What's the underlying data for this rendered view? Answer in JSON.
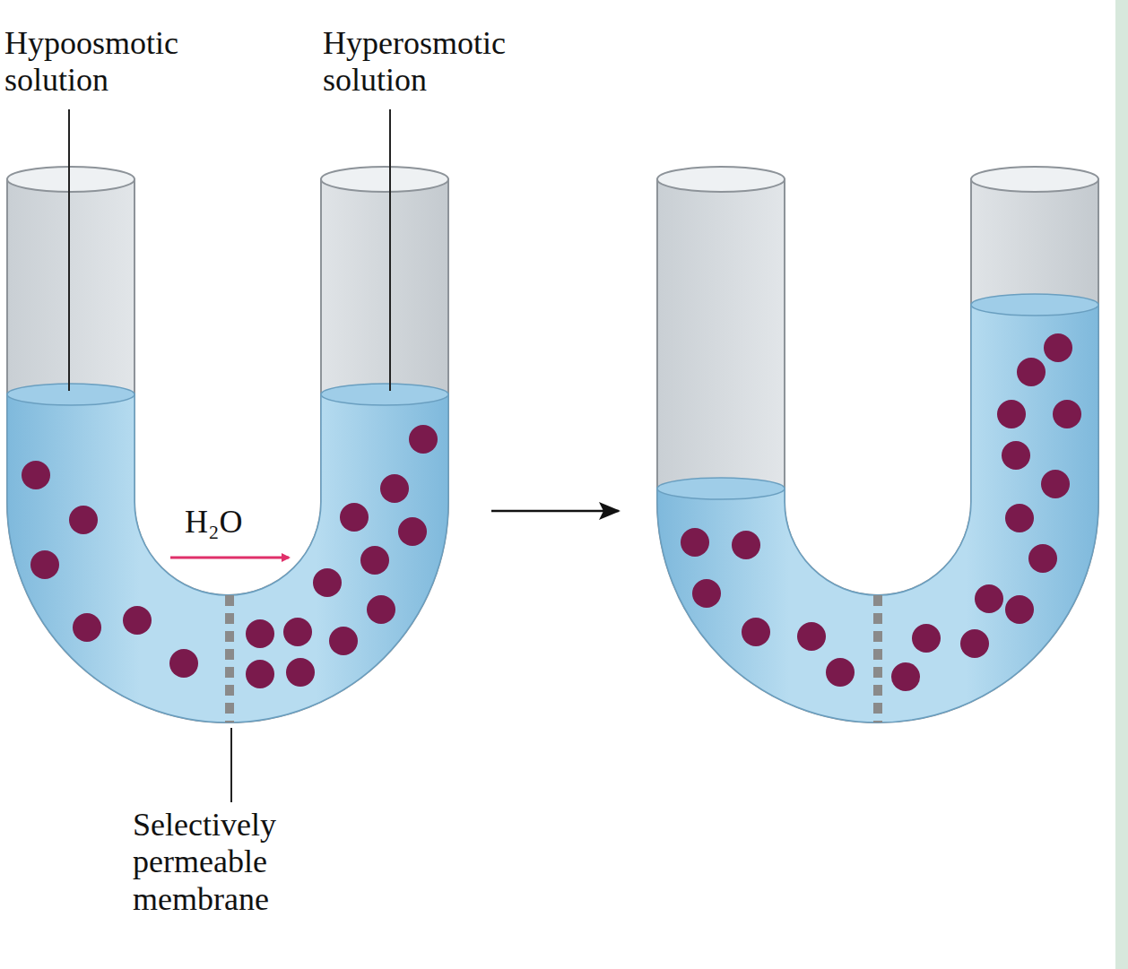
{
  "diagram": {
    "labels": [
      "Hypoosmotic solution",
      "Hyperosmotic solution",
      "H₂O",
      "Selectively permeable membrane"
    ]
  }
}
